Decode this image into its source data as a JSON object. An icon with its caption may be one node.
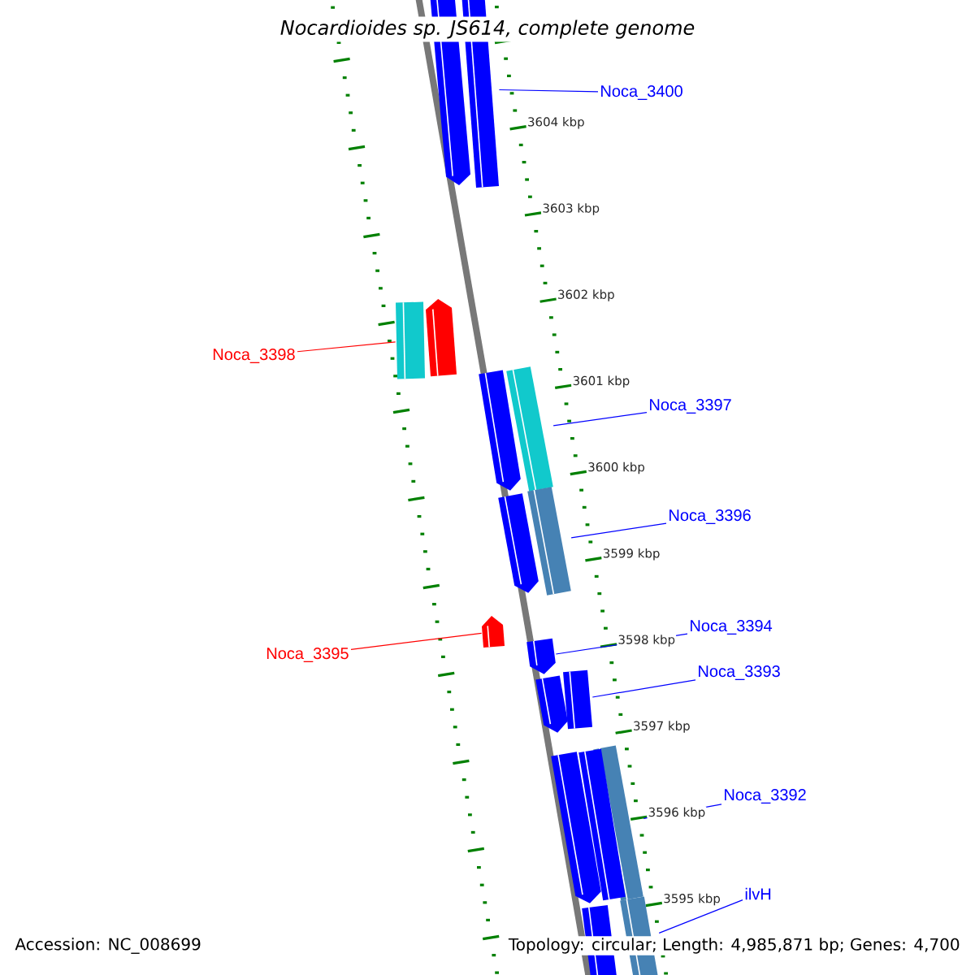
{
  "diagram": {
    "title": "Nocardioides sp. JS614, complete genome",
    "nodes": [
      {
        "text": [
          "Noca_3400"
        ]
      },
      {
        "text": [
          "Noca_3398"
        ]
      },
      {
        "text": [
          "Noca_3397"
        ]
      },
      {
        "text": [
          "Noca_3396"
        ]
      },
      {
        "text": [
          "Noca_3395"
        ]
      },
      {
        "text": [
          "Noca_3394"
        ]
      },
      {
        "text": [
          "Noca_3393"
        ]
      },
      {
        "text": [
          "Noca_3392"
        ]
      },
      {
        "text": [
          "ilvH"
        ]
      },
      {
        "text": [],
        "shape": "bar"
      },
      {
        "text": [],
        "shape": "bar"
      },
      {
        "text": [],
        "shape": "bar"
      },
      {
        "text": [],
        "shape": "bar"
      },
      {
        "text": [],
        "shape": "bar"
      },
      {
        "text": [],
        "shape": "bar"
      },
      {
        "text": [],
        "shape": "bar"
      },
      {
        "text": [],
        "shape": "bar"
      },
      {
        "text": [],
        "shape": "bar"
      },
      {
        "text": [],
        "shape": "bar"
      },
      {
        "text": [],
        "shape": "bar"
      },
      {
        "text": [],
        "shape": "bar"
      },
      {
        "text": [],
        "shape": "bar"
      },
      {
        "text": [],
        "shape": "bar"
      },
      {
        "text": [],
        "shape": "bar"
      },
      {
        "text": [],
        "shape": "bar"
      },
      {
        "text": [],
        "shape": "bar"
      }
    ],
    "edges": [
      {
        "from": 0,
        "to": 10,
        "arrow": "none"
      },
      {
        "from": 1,
        "to": 11,
        "arrow": "none",
        "color": "#ff0000"
      },
      {
        "from": 2,
        "to": 14,
        "arrow": "none"
      },
      {
        "from": 3,
        "to": 15,
        "arrow": "none"
      },
      {
        "from": 4,
        "to": 17,
        "arrow": "none",
        "color": "#ff0000"
      },
      {
        "from": 5,
        "to": 18,
        "arrow": "none"
      },
      {
        "from": 6,
        "to": 20,
        "arrow": "none"
      },
      {
        "from": 7,
        "to": 22,
        "arrow": "none"
      },
      {
        "from": 8,
        "to": 24,
        "arrow": "none"
      }
    ],
    "labels": [
      "3604 kbp",
      "3603 kbp",
      "3602 kbp",
      "3601 kbp",
      "3600 kbp",
      "3599 kbp",
      "3598 kbp",
      "3597 kbp",
      "3596 kbp",
      "3595 kbp",
      "Accession: NC_008699",
      "Topology: circular; Length: 4,985,871 bp; Genes: 4,700"
    ]
  }
}
